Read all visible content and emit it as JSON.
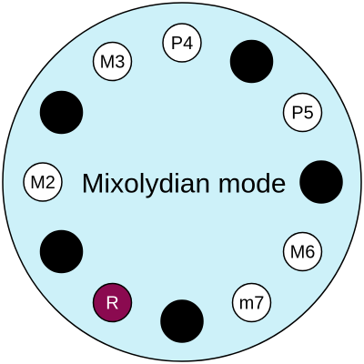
{
  "diagram": {
    "title": "Mixolydian mode",
    "colors": {
      "disc_fill": "#cdf1f9",
      "disc_stroke": "#000000",
      "interval_fill": "#ffffff",
      "filled_fill": "#000000",
      "root_fill": "#8b0a50",
      "root_text": "#ffffff",
      "label_text": "#000000"
    },
    "positions": [
      {
        "label": "P4",
        "kind": "interval"
      },
      {
        "label": "",
        "kind": "filled"
      },
      {
        "label": "P5",
        "kind": "interval"
      },
      {
        "label": "",
        "kind": "filled"
      },
      {
        "label": "M6",
        "kind": "interval"
      },
      {
        "label": "m7",
        "kind": "interval"
      },
      {
        "label": "",
        "kind": "filled"
      },
      {
        "label": "R",
        "kind": "root"
      },
      {
        "label": "",
        "kind": "filled"
      },
      {
        "label": "M2",
        "kind": "interval"
      },
      {
        "label": "",
        "kind": "filled"
      },
      {
        "label": "M3",
        "kind": "interval"
      }
    ]
  }
}
